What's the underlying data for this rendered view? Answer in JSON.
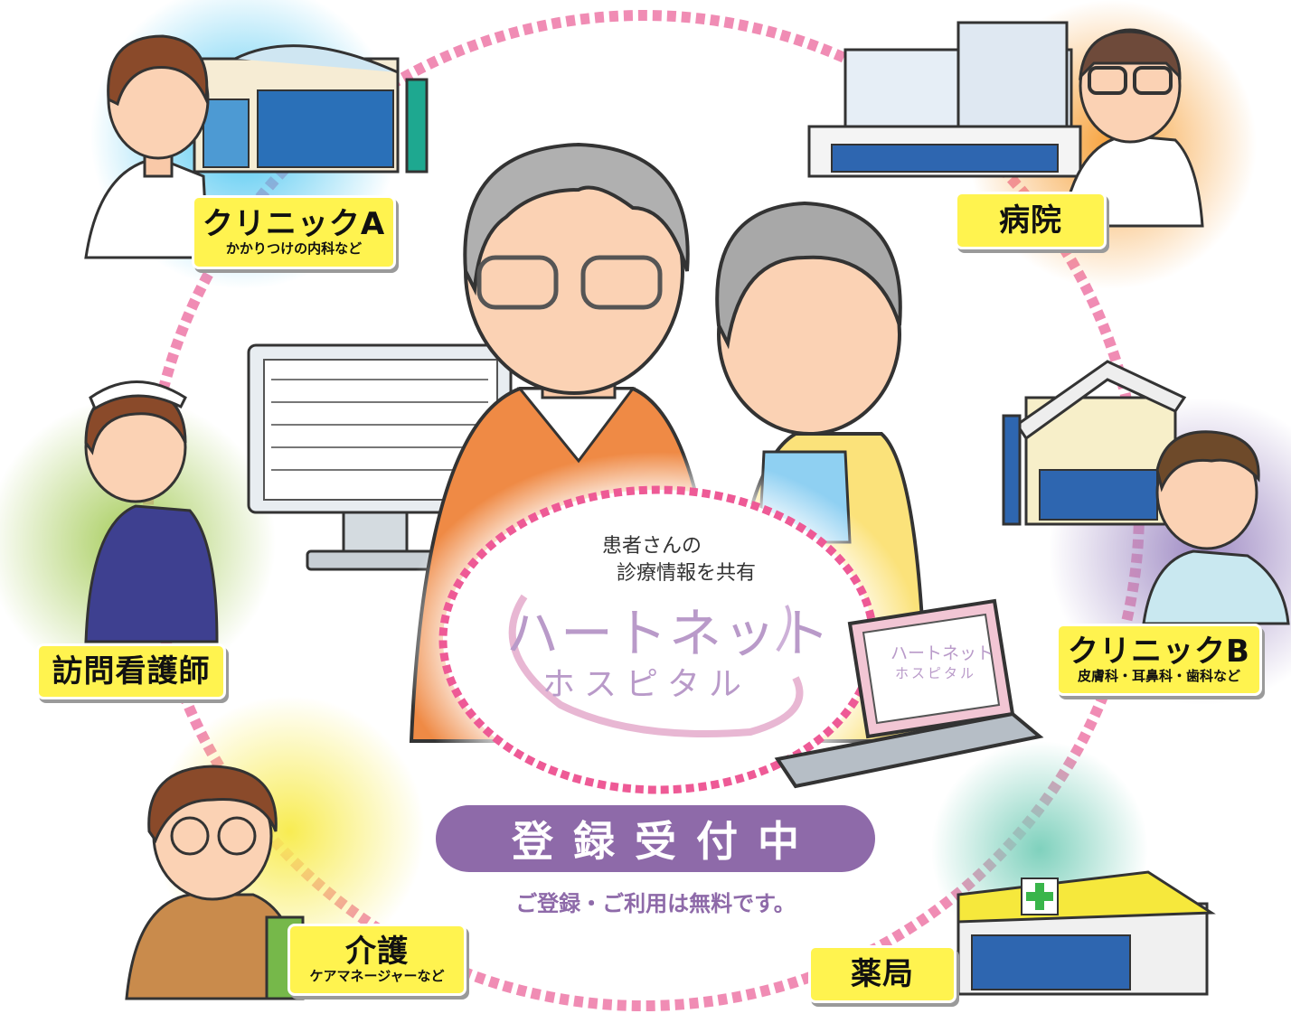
{
  "labels": {
    "clinic_a": {
      "main": "クリニックA",
      "sub": "かかりつけの内科など"
    },
    "hospital": {
      "main": "病院"
    },
    "nurse": {
      "main": "訪問看護師"
    },
    "clinic_b": {
      "main": "クリニックB",
      "sub": "皮膚科・耳鼻科・歯科など"
    },
    "care": {
      "main": "介護",
      "sub": "ケアマネージャーなど"
    },
    "pharmacy": {
      "main": "薬局"
    }
  },
  "center": {
    "line1": "患者さんの",
    "line2": "診療情報を共有",
    "logo_main": "ハートネット",
    "logo_sub": "ホスピタル"
  },
  "laptop": {
    "logo_main": "ハートネット",
    "logo_sub": "ホスピタル"
  },
  "registration": {
    "badge": "登録受付中",
    "note": "ご登録・ご利用は無料です。"
  },
  "colors": {
    "ring": "#f08cb4",
    "badge": "#8e6aa9",
    "label_bg": "#fff34f",
    "logo": "#b99ac9"
  }
}
